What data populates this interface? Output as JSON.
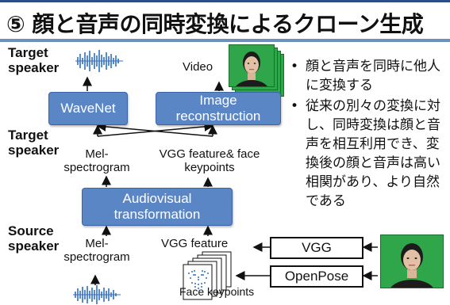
{
  "title": "⑤ 顔と音声の同時変換によるクローン生成",
  "labels": {
    "target_speaker_top": "Target speaker",
    "target_speaker_mid": "Target speaker",
    "source_speaker": "Source speaker",
    "video": "Video",
    "mel_top": "Mel-spectrogram",
    "vgg_feature_keypoints": "VGG feature& face keypoints",
    "mel_bottom": "Mel-spectrogram",
    "vgg_feature": "VGG feature",
    "face_keypoints": "Face keypoints"
  },
  "boxes": {
    "wavenet": "WaveNet",
    "image_reconstruction": "Image reconstruction",
    "audiovisual_transformation": "Audiovisual transformation",
    "vgg": "VGG",
    "openpose": "OpenPose"
  },
  "bullets": [
    "顔と音声を同時に他人に変換する",
    "従来の別々の変換に対し、同時変換は顔と音声を相互利用でき、変換後の顔と音声は高い相関があり、より自然である"
  ],
  "bullet_symbol": "•",
  "colors": {
    "box_blue": "#5b86c6",
    "waveform_blue": "#2f6fc0",
    "photo_green": "#2fa64a",
    "title_rule": "#6f8fbf"
  }
}
